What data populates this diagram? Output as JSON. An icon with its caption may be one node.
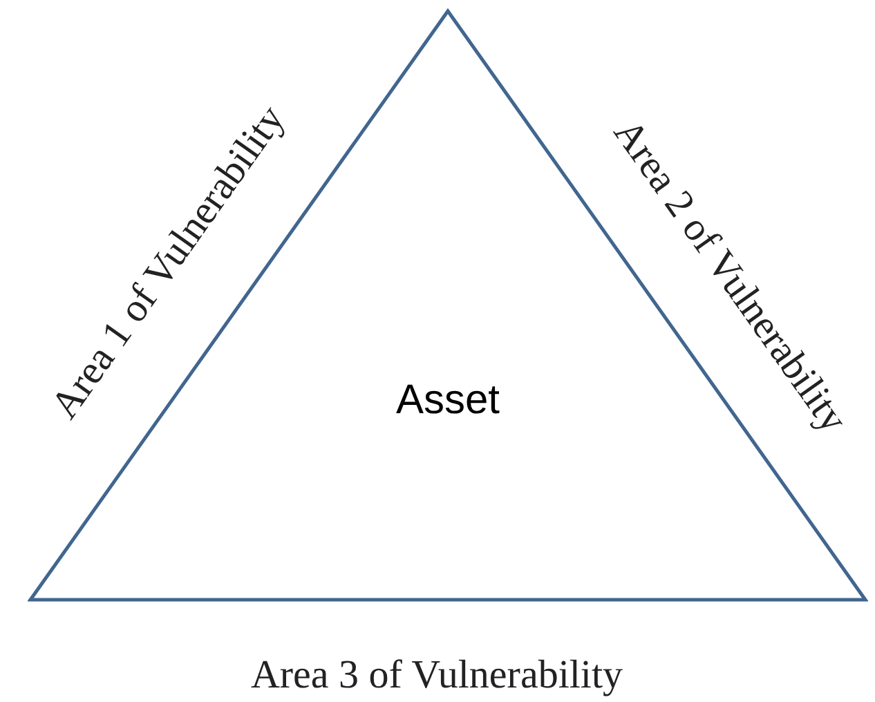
{
  "diagram": {
    "nodes": [
      {
        "text": [
          "Asset"
        ]
      }
    ],
    "labels": [
      "Area 1 of Vulnerability",
      "Area 2 of Vulnerability",
      "Area 3 of Vulnerability"
    ]
  }
}
